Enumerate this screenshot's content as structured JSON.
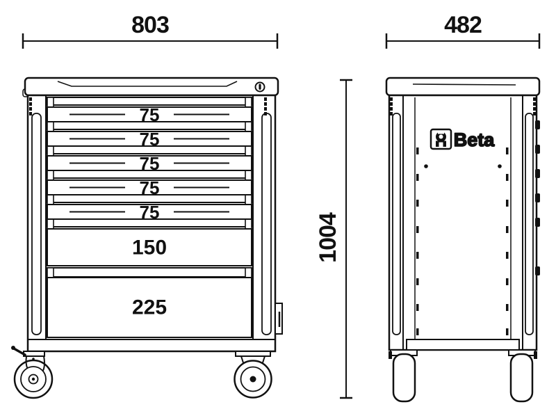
{
  "front_view": {
    "width_label": "803",
    "drawers": [
      {
        "label": "75"
      },
      {
        "label": "75"
      },
      {
        "label": "75"
      },
      {
        "label": "75"
      },
      {
        "label": "75"
      },
      {
        "label": "150"
      },
      {
        "label": "225"
      }
    ]
  },
  "side_view": {
    "depth_label": "482",
    "height_label": "1004",
    "brand_label": "Beta"
  },
  "icons": {
    "lock": "lock-keyhole-icon",
    "brand_mark": "beta-wrench-logo-icon",
    "casters": "caster-wheel-icon"
  },
  "colors": {
    "line": "#111111",
    "background": "#ffffff"
  }
}
